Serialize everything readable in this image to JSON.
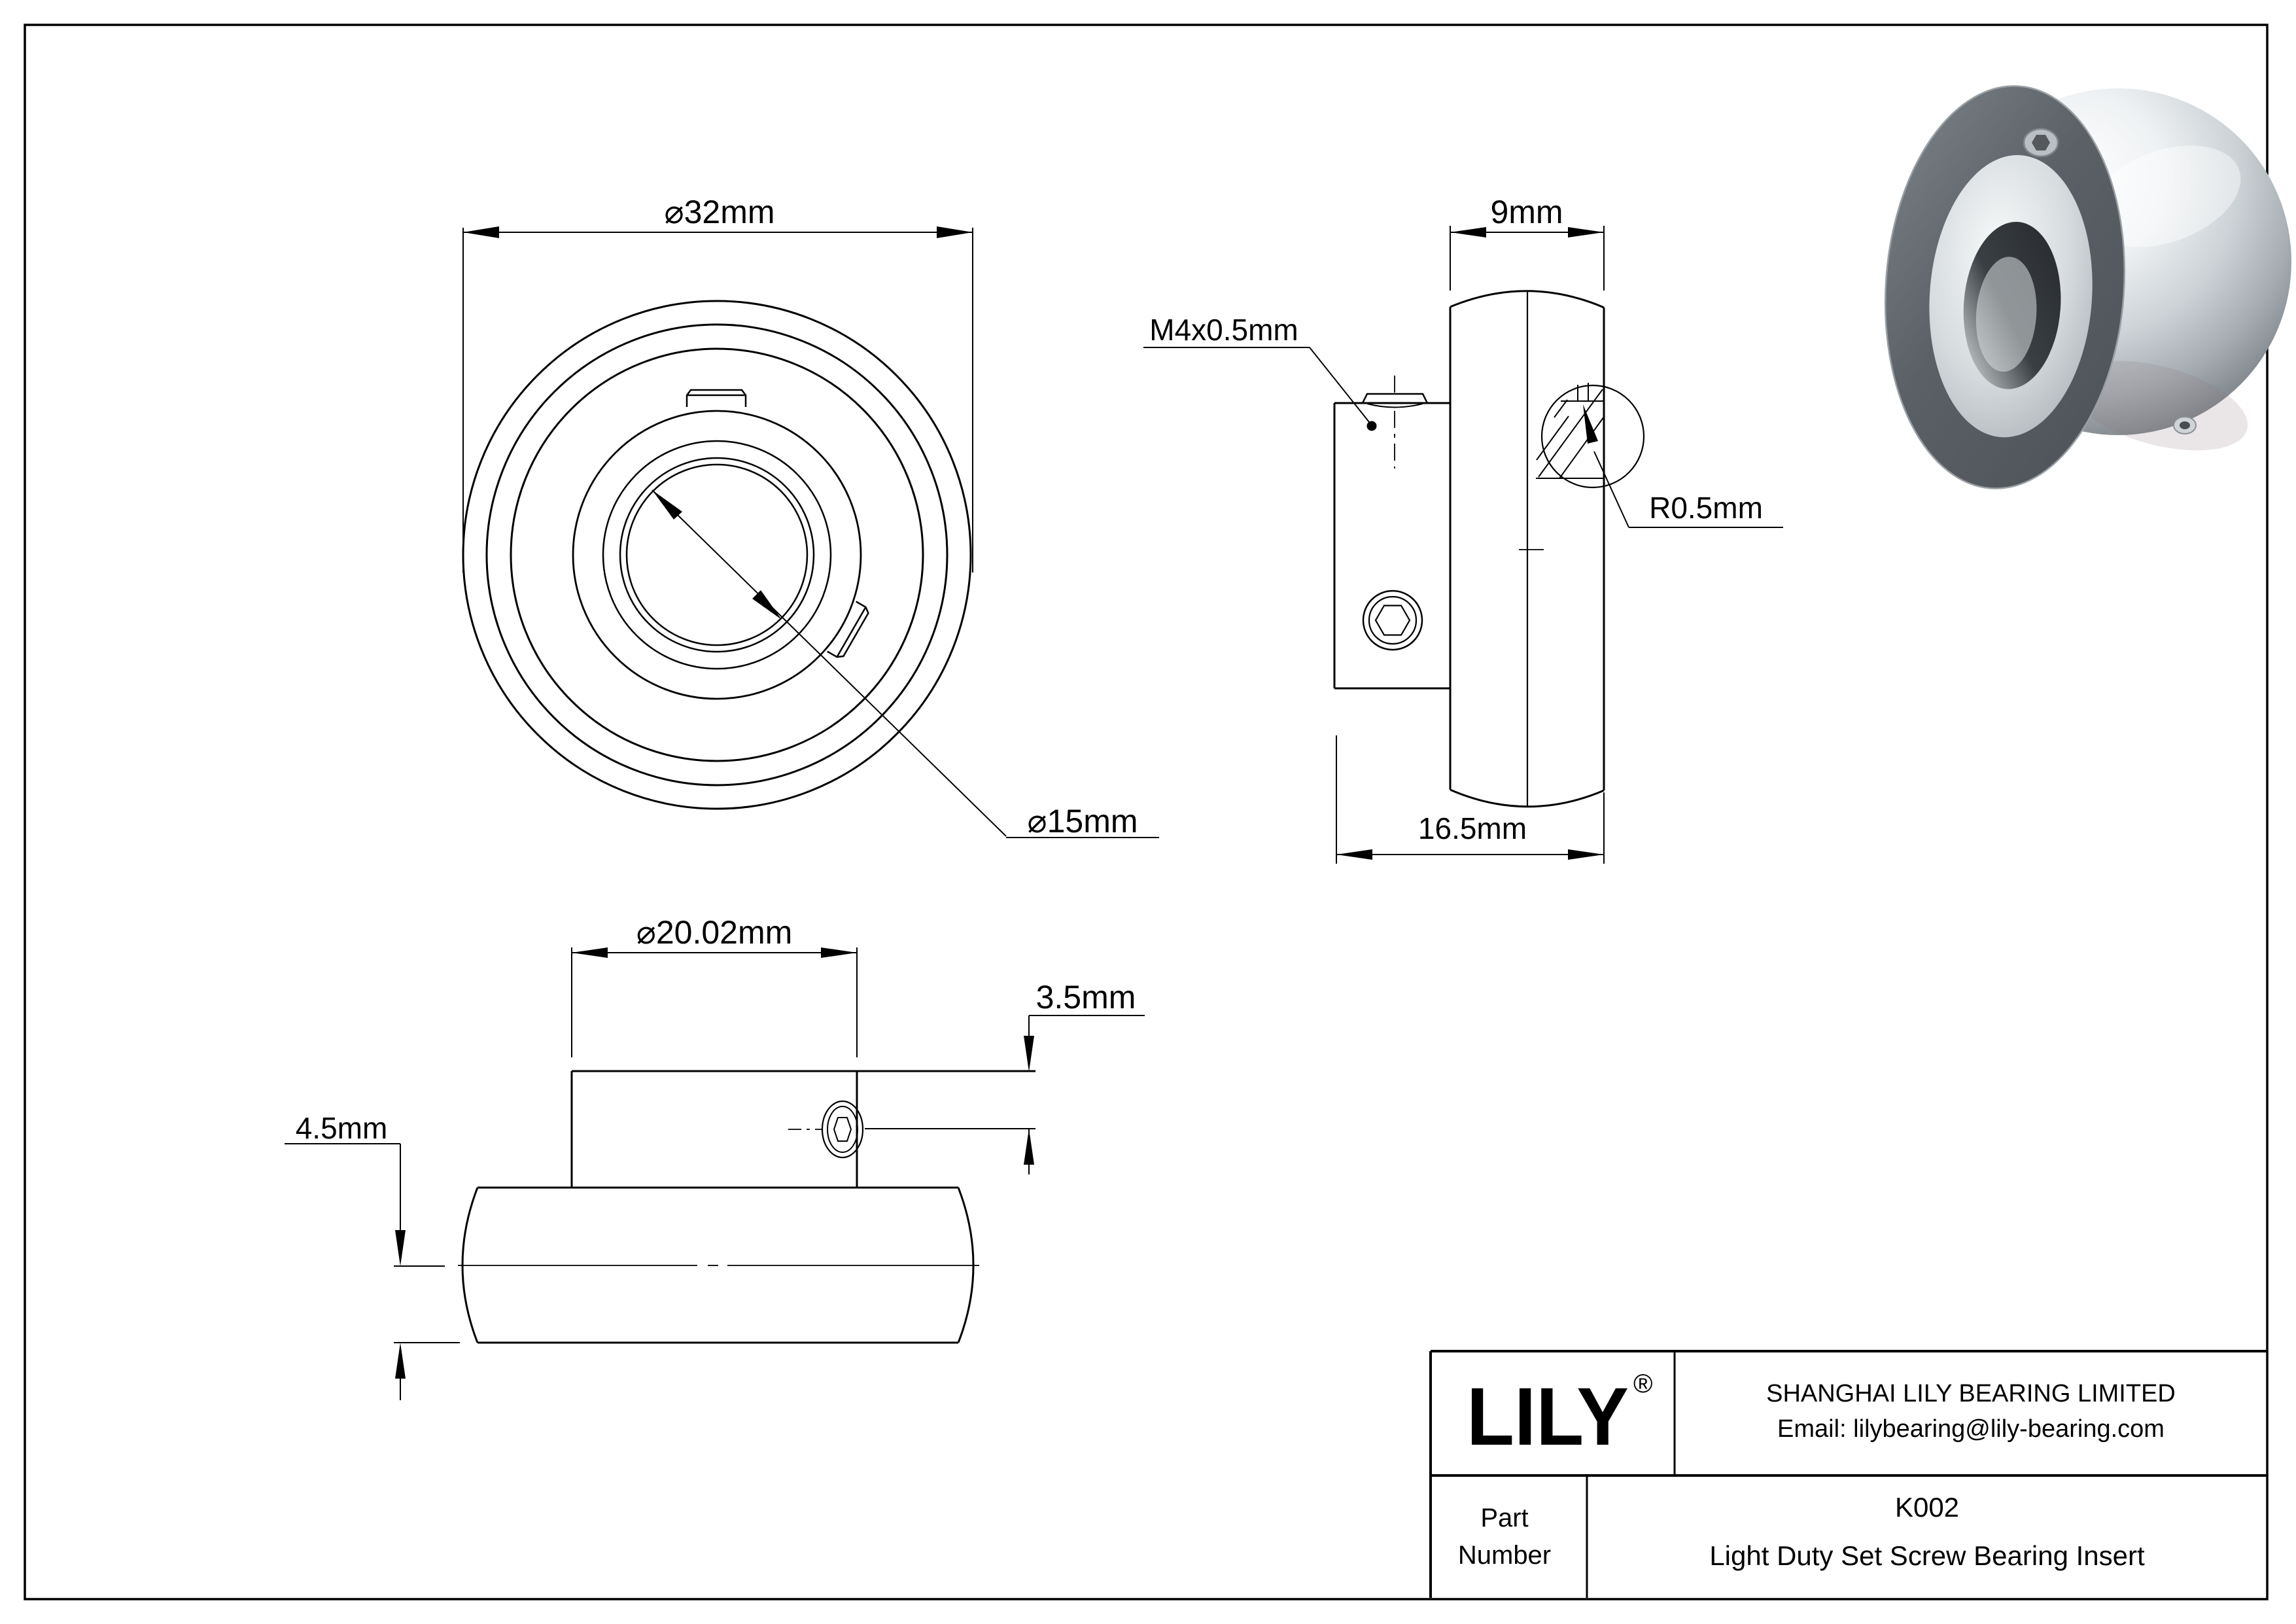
{
  "document": {
    "kind": "engineering-drawing",
    "colors": {
      "line": "#000000",
      "background": "#ffffff",
      "metal_light": "#f2f4f6",
      "metal_mid": "#c6ccd0",
      "metal_dark": "#5a6065"
    }
  },
  "views": {
    "front": {
      "dim_outer_diameter": "⌀32mm",
      "dim_bore_diameter": "⌀15mm"
    },
    "side": {
      "dim_ring_width": "9mm",
      "dim_thread": "M4x0.5mm",
      "dim_fillet_radius": "R0.5mm",
      "dim_total_width": "16.5mm"
    },
    "bottom": {
      "dim_sleeve_diameter": "⌀20.02mm",
      "dim_screw_offset": "3.5mm",
      "dim_half_width": "4.5mm"
    }
  },
  "title_block": {
    "logo": "LILY",
    "registered_mark": "®",
    "company": "SHANGHAI LILY BEARING LIMITED",
    "email": "Email: lilybearing@lily-bearing.com",
    "part_label_line1": "Part",
    "part_label_line2": "Number",
    "part_number": "K002",
    "part_description": "Light Duty Set Screw Bearing Insert"
  }
}
